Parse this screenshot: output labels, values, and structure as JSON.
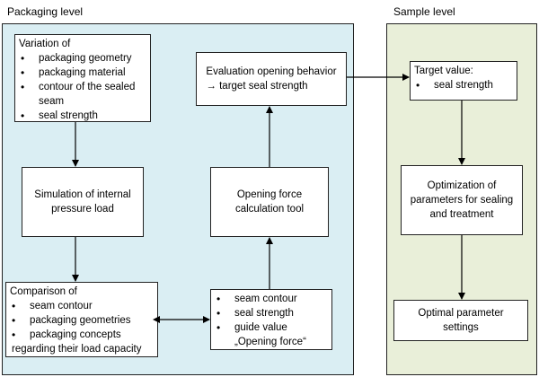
{
  "panels": {
    "packaging_title": "Packaging level",
    "sample_title": "Sample level"
  },
  "boxes": {
    "variation": {
      "heading": "Variation of",
      "items": [
        "packaging geometry",
        "packaging material",
        "contour of the sealed",
        "seam",
        "seal strength"
      ]
    },
    "simulation": "Simulation of internal\npressure load",
    "comparison": {
      "heading": "Comparison of",
      "items": [
        "seam contour",
        "packaging geometries",
        "packaging concepts",
        "regarding their load capacity"
      ]
    },
    "seam_list": {
      "items": [
        "seam contour",
        "seal strength",
        "guide value",
        "„Opening force“"
      ]
    },
    "opening_force_tool": "Opening force\ncalculation tool",
    "evaluation": "Evaluation opening behavior\n→ target seal strength",
    "target": {
      "heading": "Target value:",
      "items": [
        "seal strength"
      ]
    },
    "optimization": "Optimization of\nparameters for sealing\nand treatment",
    "optimal": "Optimal parameter\nsettings"
  }
}
